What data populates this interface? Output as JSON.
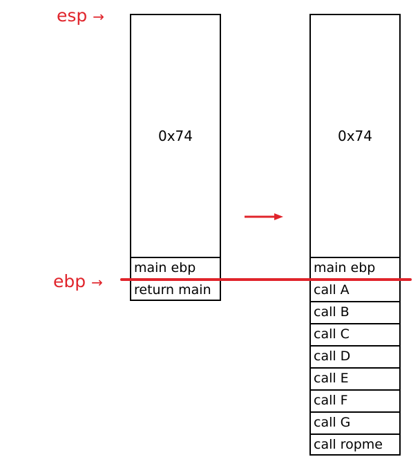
{
  "labels": {
    "esp": "esp",
    "ebp": "ebp",
    "arrow_glyph": "→"
  },
  "stack_left": {
    "frame_value": "0x74",
    "cells": [
      "main ebp",
      "return main"
    ]
  },
  "stack_right": {
    "frame_value": "0x74",
    "cells": [
      "main ebp",
      "call A",
      "call B",
      "call C",
      "call D",
      "call E",
      "call F",
      "call G",
      "call ropme"
    ]
  },
  "colors": {
    "pointer": "#e0242b",
    "outline": "#000000"
  }
}
